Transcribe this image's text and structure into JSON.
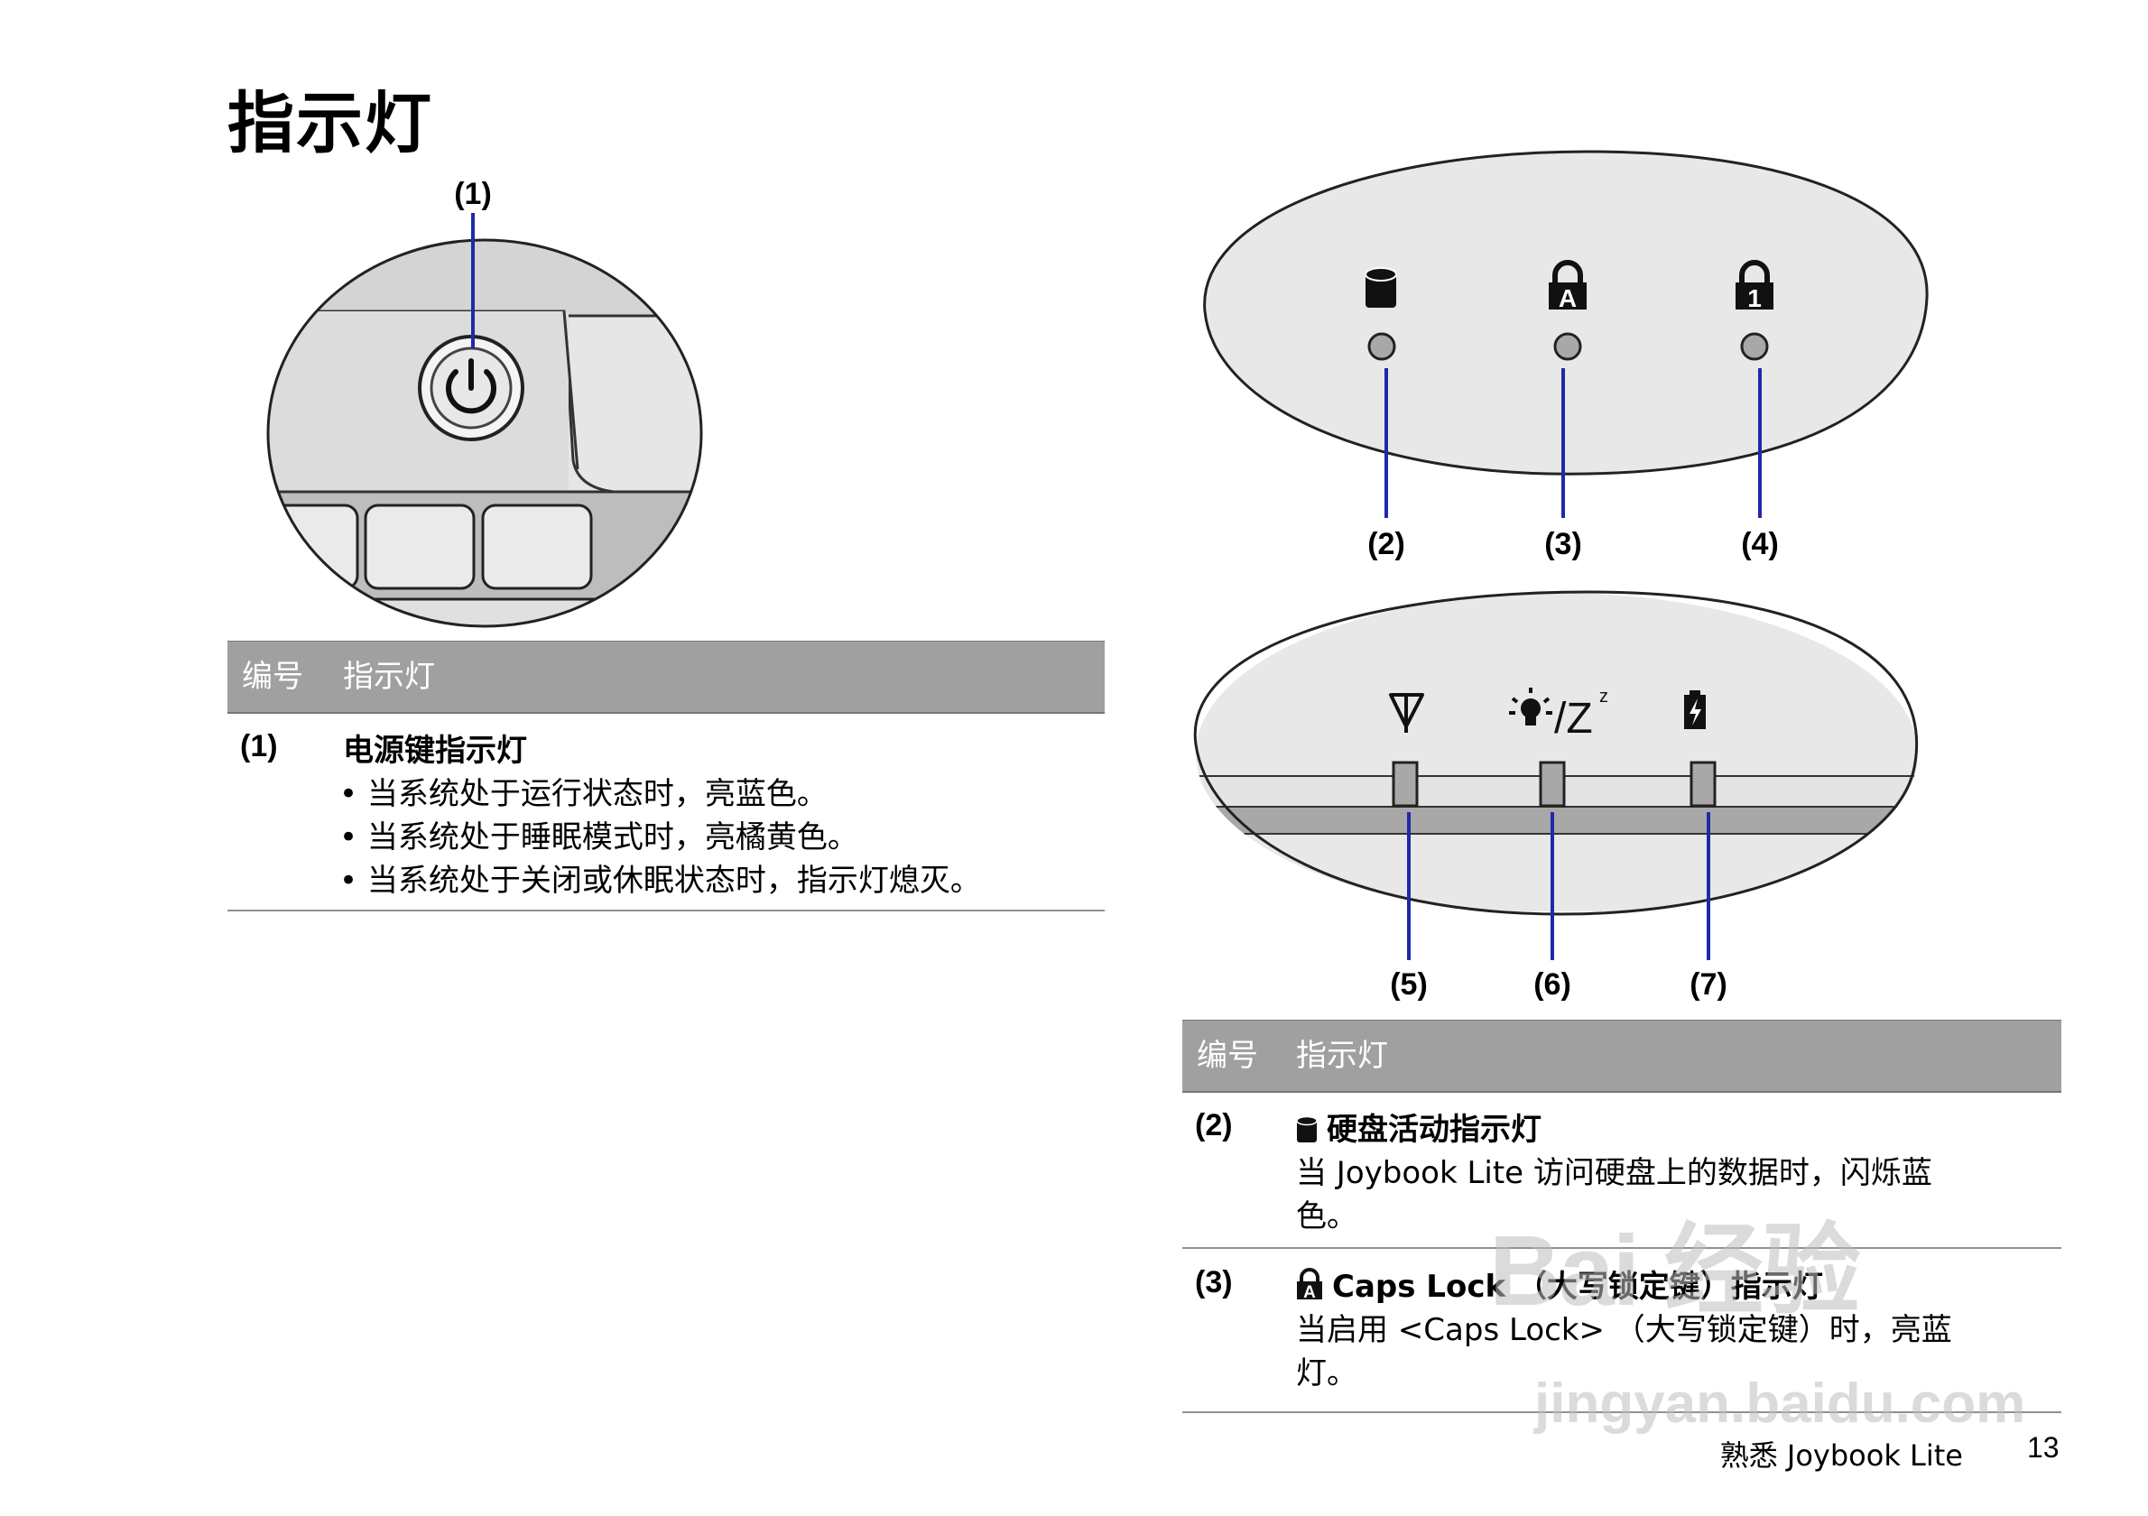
{
  "page": {
    "title": "指示灯",
    "footer_name": "熟悉 Joybook Lite",
    "footer_page": "13"
  },
  "callouts": [
    "(1)",
    "(2)",
    "(3)",
    "(4)",
    "(5)",
    "(6)",
    "(7)"
  ],
  "diagram_top": {
    "icons": [
      "hdd-icon",
      "caps-lock-icon",
      "num-lock-icon"
    ],
    "num_lock_glyph": "1",
    "caps_lock_glyph": "A"
  },
  "diagram_bottom": {
    "icons": [
      "wireless-antenna-icon",
      "power-sleep-icon",
      "battery-charge-icon"
    ],
    "sleep_glyph": "/Z"
  },
  "table_left": {
    "header": {
      "col1": "编号",
      "col2": "指示灯"
    },
    "rows": [
      {
        "num": "(1)",
        "title": "电源键指示灯",
        "bullets": [
          "• 当系统处于运行状态时，亮蓝色。",
          "• 当系统处于睡眠模式时，亮橘黄色。",
          "• 当系统处于关闭或休眠状态时，指示灯熄灭。"
        ]
      }
    ]
  },
  "table_right": {
    "header": {
      "col1": "编号",
      "col2": "指示灯"
    },
    "rows": [
      {
        "num": "(2)",
        "icon": "hdd-icon",
        "title": "硬盘活动指示灯",
        "body_lines": [
          "当 Joybook Lite 访问硬盘上的数据时，闪烁蓝",
          "色。"
        ]
      },
      {
        "num": "(3)",
        "icon": "caps-lock-icon",
        "title": "Caps Lock （大写锁定键）指示灯",
        "body_lines": [
          "当启用 <Caps Lock> （大写锁定键）时，亮蓝",
          "灯。"
        ]
      }
    ]
  },
  "watermark": {
    "brand": "Bai 经验",
    "url": "jingyan.baidu.com"
  },
  "colors": {
    "callout_line": "#1f2aa8",
    "table_header": "#a0a0a0",
    "panel_fill": "#e8e8e8"
  }
}
